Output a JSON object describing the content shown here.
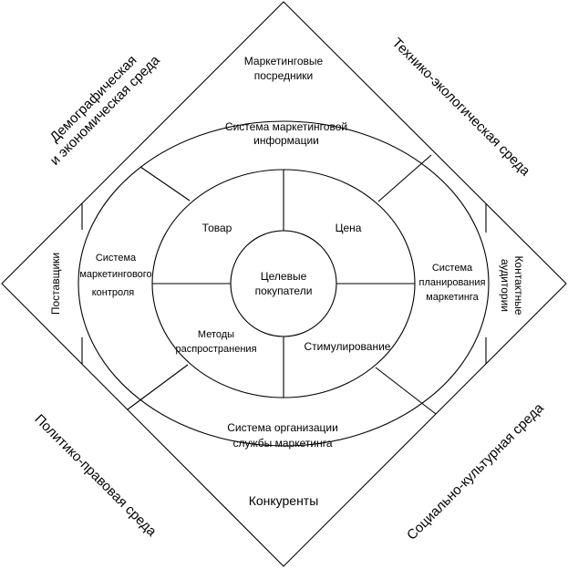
{
  "environments": {
    "demographic_line1": "Демографическая",
    "demographic_line2": "и экономическая среда",
    "technical": "Технико-экологическая  среда",
    "political": "Политико-правовая среда",
    "social": "Социально-культурная  среда"
  },
  "microenvironment": {
    "intermediaries_line1": "Маркетинговые",
    "intermediaries_line2": "посредники",
    "suppliers": "Поставщики",
    "audiences_line1": "Контактные",
    "audiences_line2": "аудитории",
    "competitors": "Конкуренты"
  },
  "systems": {
    "info_line1": "Система маркетинговой",
    "info_line2": "информации",
    "control_line1": "Система",
    "control_line2": "маркетингового",
    "control_line3": "контроля",
    "planning_line1": "Система",
    "planning_line2": "планирования",
    "planning_line3": "маркетинга",
    "organization_line1": "Система организации",
    "organization_line2": "службы маркетинга"
  },
  "mix": {
    "product": "Товар",
    "price": "Цена",
    "distribution_line1": "Методы",
    "distribution_line2": "распространения",
    "promotion": "Стимулирование"
  },
  "center": {
    "line1": "Целевые",
    "line2": "покупатели"
  }
}
